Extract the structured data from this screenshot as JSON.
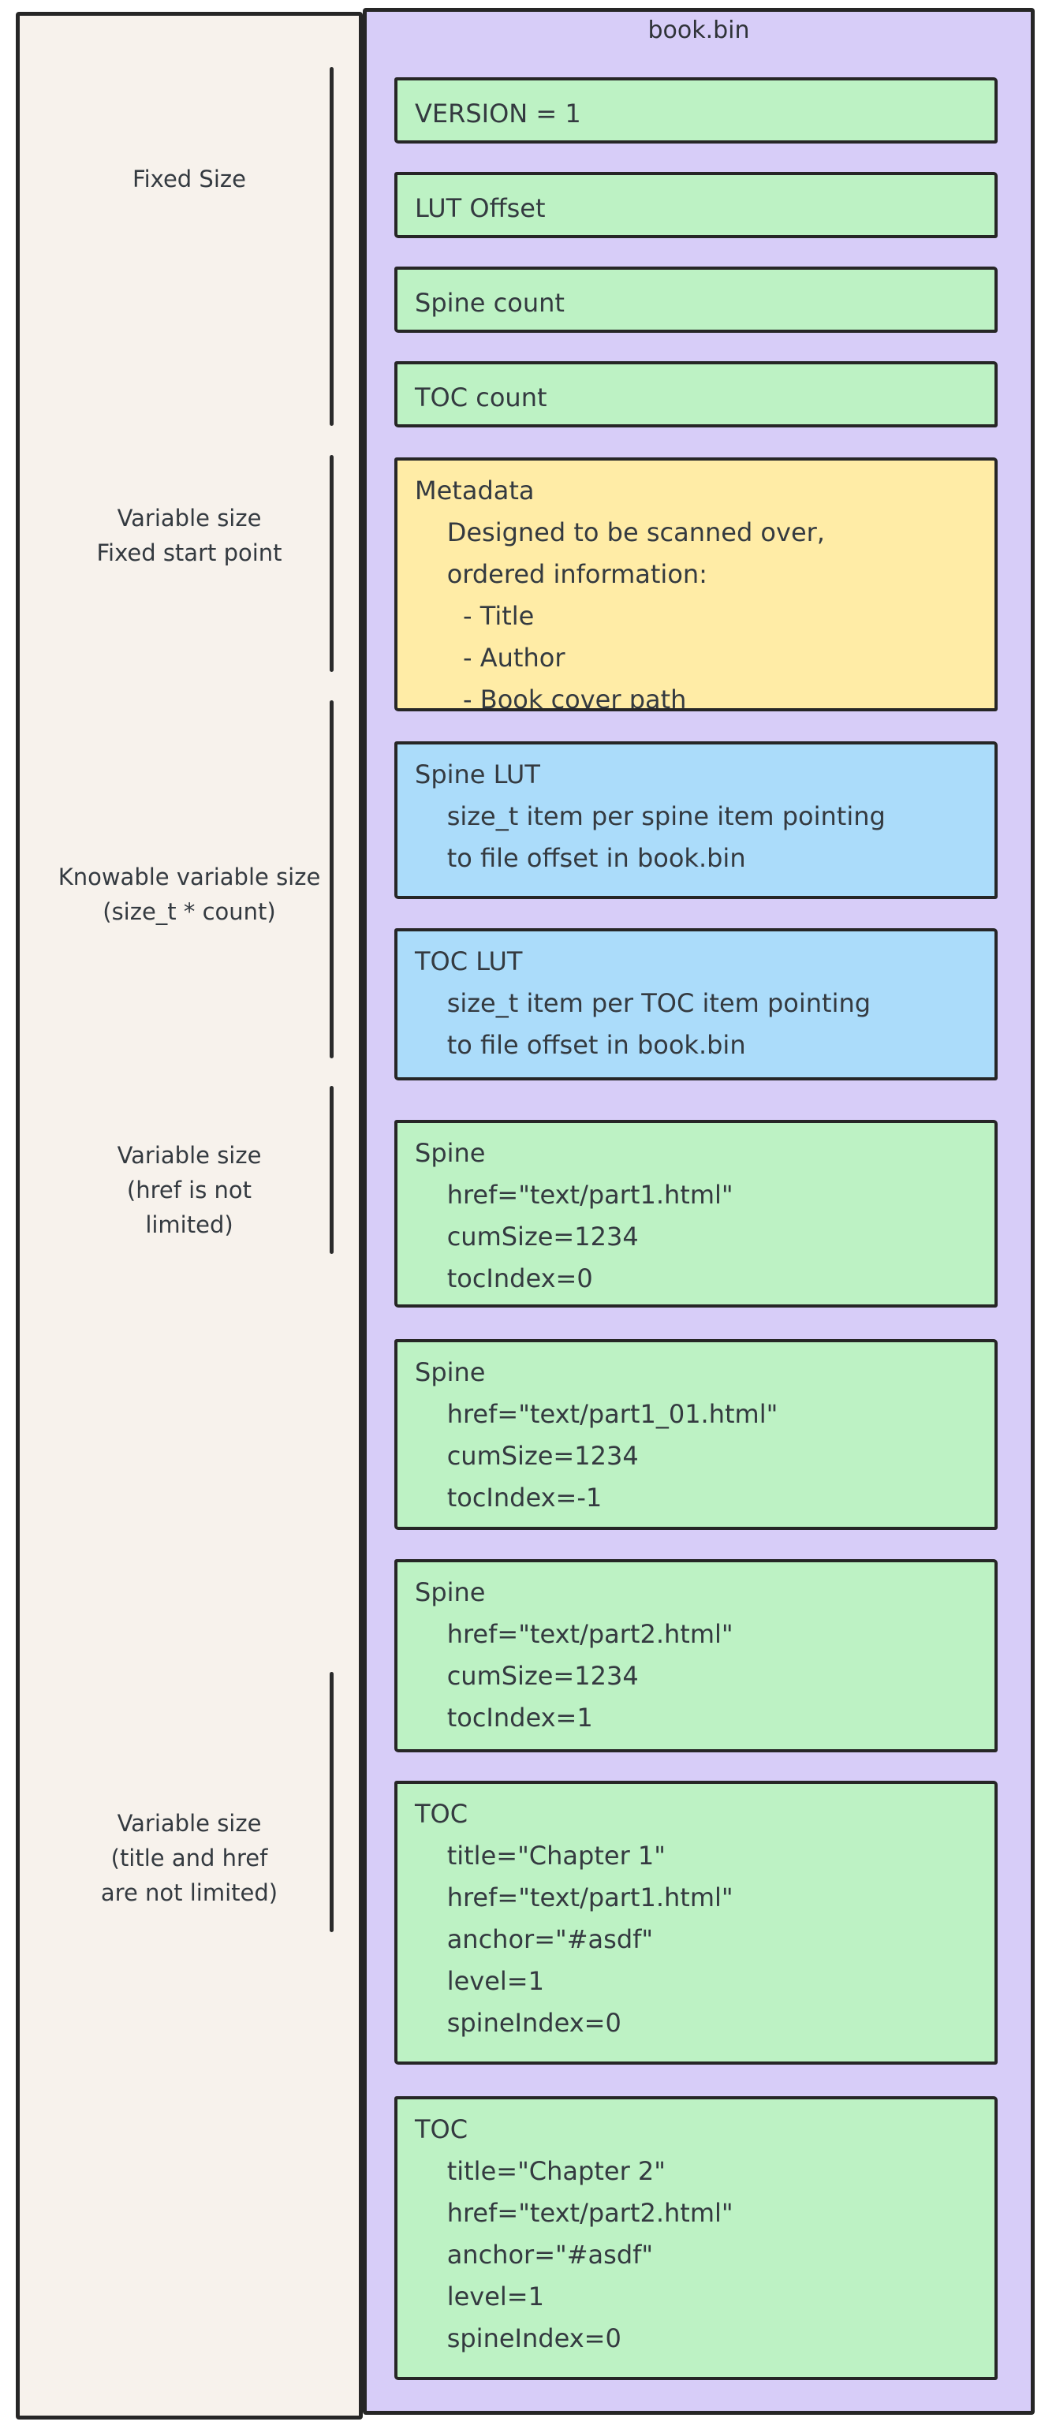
{
  "file": {
    "title": "book.bin"
  },
  "colors": {
    "container_purple": "#d7cdf8",
    "field_green": "#bdf2c4",
    "metadata_yellow": "#ffeca6",
    "lut_blue": "#abdcfa",
    "panel_cream": "#f7f2ec",
    "stroke": "#262626",
    "text": "#343a40"
  },
  "annotations": [
    {
      "lines": [
        "Fixed Size"
      ]
    },
    {
      "lines": [
        "Variable size",
        "Fixed start point"
      ]
    },
    {
      "lines": [
        "Knowable variable size",
        "(size_t * count)"
      ]
    },
    {
      "lines": [
        "Variable size",
        "(href is not",
        "limited)"
      ]
    },
    {
      "lines": [
        "Variable size",
        "(title and href",
        "are not limited)"
      ]
    }
  ],
  "blocks": [
    {
      "kind": "green",
      "lines": [
        "VERSION = 1"
      ]
    },
    {
      "kind": "green",
      "lines": [
        "LUT Offset"
      ]
    },
    {
      "kind": "green",
      "lines": [
        "Spine count"
      ]
    },
    {
      "kind": "green",
      "lines": [
        "TOC count"
      ]
    },
    {
      "kind": "yellow",
      "lines": [
        "Metadata",
        "    Designed to be scanned over,",
        "    ordered information:",
        "      - Title",
        "      - Author",
        "      - Book cover path"
      ]
    },
    {
      "kind": "blue",
      "lines": [
        "Spine LUT",
        "    size_t item per spine item pointing",
        "    to file offset in book.bin"
      ]
    },
    {
      "kind": "blue",
      "lines": [
        "TOC LUT",
        "    size_t item per TOC item pointing",
        "    to file offset in book.bin"
      ]
    },
    {
      "kind": "green",
      "lines": [
        "Spine",
        "    href=\"text/part1.html\"",
        "    cumSize=1234",
        "    tocIndex=0"
      ]
    },
    {
      "kind": "green",
      "lines": [
        "Spine",
        "    href=\"text/part1_01.html\"",
        "    cumSize=1234",
        "    tocIndex=-1"
      ]
    },
    {
      "kind": "green",
      "lines": [
        "Spine",
        "    href=\"text/part2.html\"",
        "    cumSize=1234",
        "    tocIndex=1"
      ]
    },
    {
      "kind": "green",
      "lines": [
        "TOC",
        "    title=\"Chapter 1\"",
        "    href=\"text/part1.html\"",
        "    anchor=\"#asdf\"",
        "    level=1",
        "    spineIndex=0"
      ]
    },
    {
      "kind": "green",
      "lines": [
        "TOC",
        "    title=\"Chapter 2\"",
        "    href=\"text/part2.html\"",
        "    anchor=\"#asdf\"",
        "    level=1",
        "    spineIndex=0"
      ]
    }
  ]
}
